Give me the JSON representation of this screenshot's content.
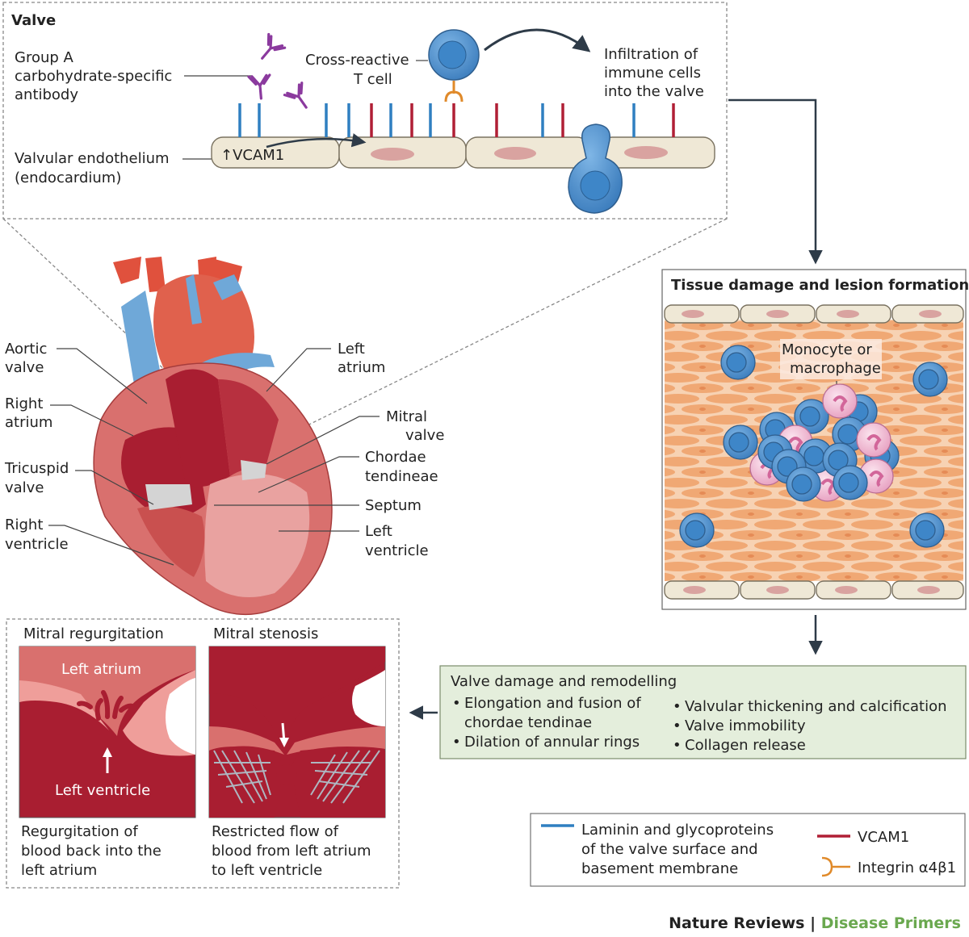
{
  "valve_panel": {
    "title": "Valve",
    "antibody_label": [
      "Group A",
      "carbohydrate-specific",
      "antibody"
    ],
    "tcell_label": [
      "Cross-reactive",
      "T cell"
    ],
    "infiltration_label": [
      "Infiltration of",
      "immune cells",
      "into the valve"
    ],
    "endothelium_label": [
      "Valvular endothelium",
      "(endocardium)"
    ],
    "vcam_marker": "↑VCAM1"
  },
  "heart_labels": {
    "aortic_valve": [
      "Aortic",
      "valve"
    ],
    "right_atrium": [
      "Right",
      "atrium"
    ],
    "tricuspid_valve": [
      "Tricuspid",
      "valve"
    ],
    "right_ventricle": [
      "Right",
      "ventricle"
    ],
    "left_atrium": [
      "Left",
      "atrium"
    ],
    "mitral_valve": [
      "Mitral",
      "valve"
    ],
    "chordae": [
      "Chordae",
      "tendineae"
    ],
    "septum": "Septum",
    "left_ventricle": [
      "Left",
      "ventricle"
    ]
  },
  "tissue_panel": {
    "title": "Tissue damage and lesion formation",
    "monocyte_label": [
      "Monocyte or",
      "macrophage"
    ]
  },
  "remodelling_panel": {
    "title": "Valve damage and remodelling",
    "left_items": [
      [
        "Elongation and fusion of",
        "chordae tendinae"
      ],
      [
        "Dilation of annular rings"
      ]
    ],
    "right_items": [
      "Valvular thickening and calcification",
      "Valve immobility",
      "Collagen release"
    ]
  },
  "mitral_panel": {
    "regurgitation": {
      "title": "Mitral regurgitation",
      "top_label": "Left atrium",
      "bottom_label": "Left ventricle",
      "caption": [
        "Regurgitation of",
        "blood back into the",
        "left atrium"
      ]
    },
    "stenosis": {
      "title": "Mitral stenosis",
      "caption": [
        "Restricted flow of",
        "blood from left atrium",
        "to left ventricle"
      ]
    }
  },
  "legend": {
    "blue_label": [
      "Laminin and glycoproteins",
      "of the valve surface and",
      "basement membrane"
    ],
    "red_label": "VCAM1",
    "orange_label": "Integrin α4β1",
    "colors": {
      "laminin": "#2f7fc1",
      "vcam1": "#b01f35",
      "integrin": "#e08a2a"
    }
  },
  "footer": {
    "journal": "Nature Reviews",
    "separator": "|",
    "series": "Disease Primers"
  }
}
